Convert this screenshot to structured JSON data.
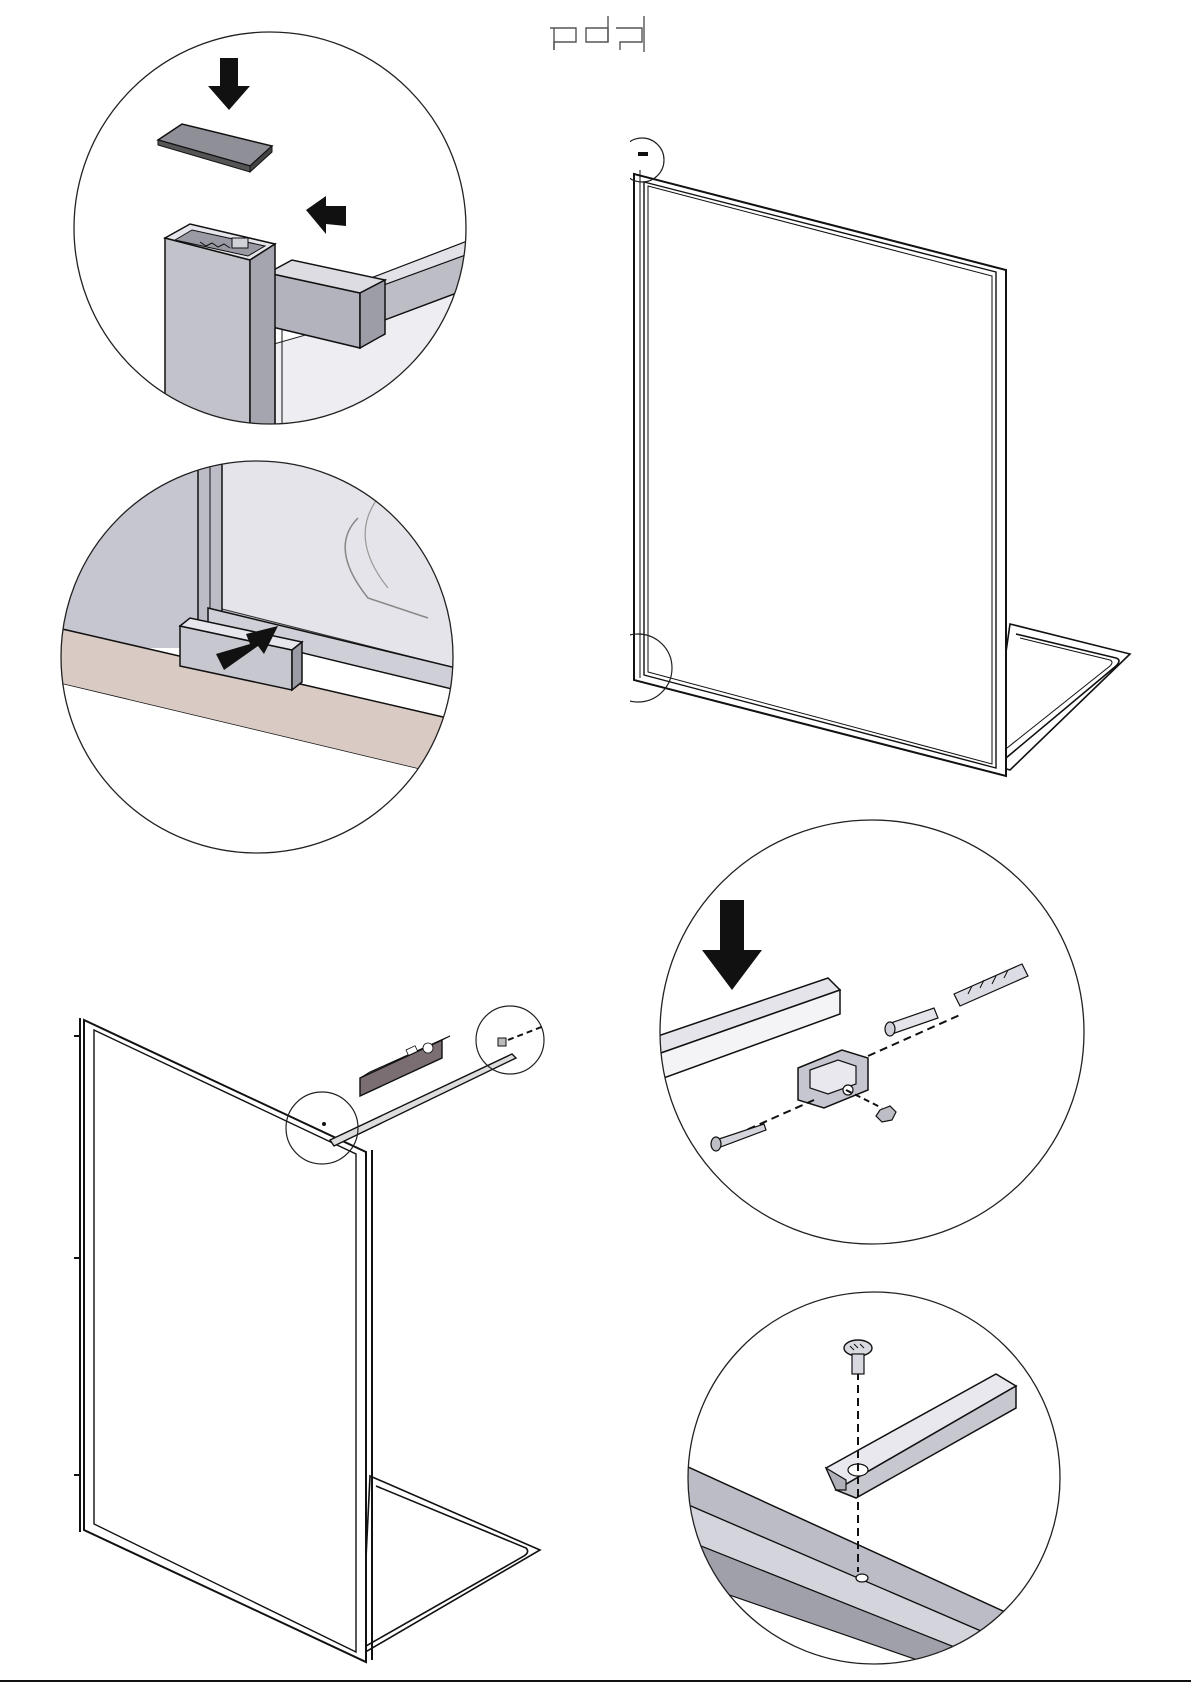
{
  "document": {
    "type": "assembly-instructions-page",
    "brand_logo": "pdp",
    "colors": {
      "line": "#111111",
      "frame_fill": "#c4c4cc",
      "frame_dark": "#8e8e98",
      "glass": "#dadae2",
      "floor": "#d9cbc4",
      "arrow": "#111111",
      "circle": "#222222"
    }
  },
  "illustrations": [
    {
      "id": "detail-top-cap",
      "icon": "end-cap-insertion"
    },
    {
      "id": "detail-bottom-cap",
      "icon": "bottom-cap-insertion"
    },
    {
      "id": "panel-overview-right",
      "icon": "glass-panel-frame"
    },
    {
      "id": "wall-bracket-detail",
      "icon": "wall-bracket-anchor"
    },
    {
      "id": "panel-overview-left",
      "icon": "glass-panel-with-level"
    },
    {
      "id": "floor-screw-detail",
      "icon": "floor-screw"
    }
  ]
}
